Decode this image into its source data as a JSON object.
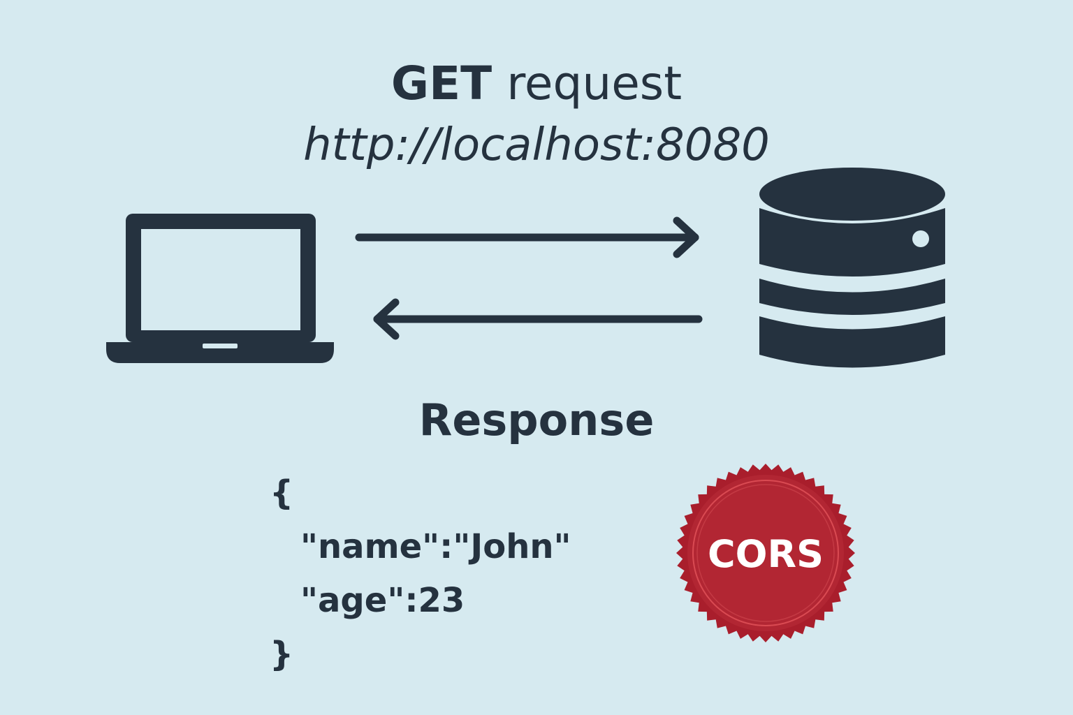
{
  "request": {
    "method": "GET",
    "label": "request",
    "url": "http://localhost:8080"
  },
  "response": {
    "title": "Response",
    "json_lines": [
      "{",
      "\"name\":\"John\"",
      "\"age\":23",
      "}"
    ]
  },
  "badge": {
    "text": "CORS",
    "color": "#a91e2c"
  },
  "icons": {
    "client": "laptop-icon",
    "server": "database-icon",
    "request_arrow": "arrow-right-icon",
    "response_arrow": "arrow-left-icon"
  },
  "colors": {
    "background": "#d6eaf0",
    "ink": "#25323f"
  }
}
